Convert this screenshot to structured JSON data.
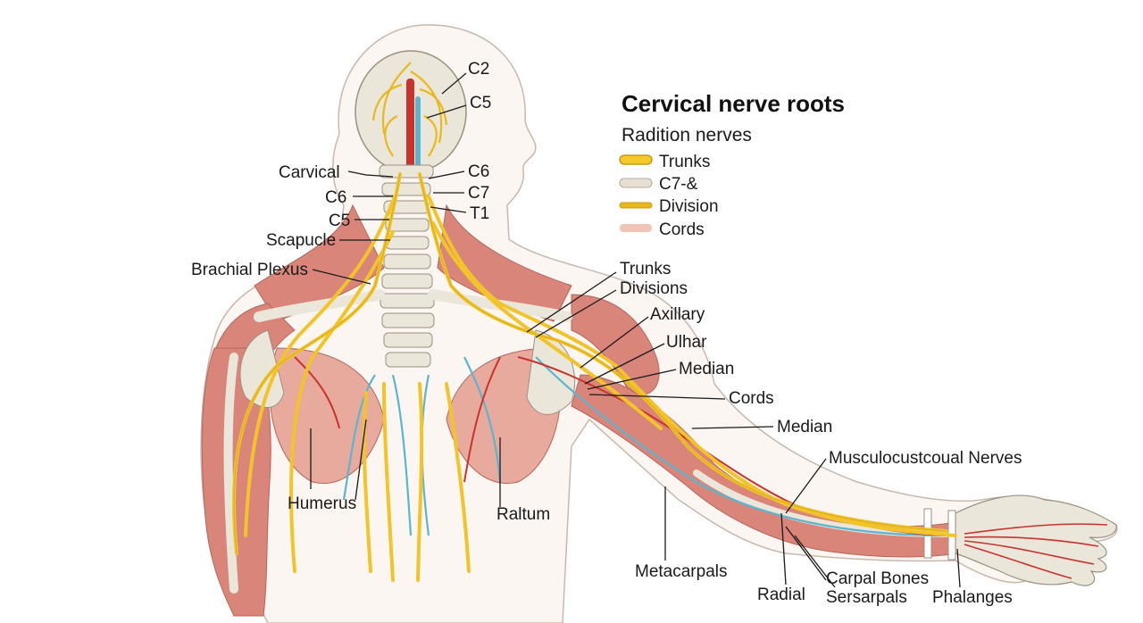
{
  "legend": {
    "title": "Cervical nerve roots",
    "subtitle": "Radition nerves",
    "items": [
      {
        "label": "Trunks",
        "color": "#f4c92b"
      },
      {
        "label": "C7-&",
        "color": "#e6e0d4"
      },
      {
        "label": "Division",
        "color": "#e8b91f"
      },
      {
        "label": "Cords",
        "color": "#f2c4b8"
      }
    ]
  },
  "labels": {
    "c2": "C2",
    "c5_top": "C5",
    "carvical": "Carvical",
    "c6_left": "C6",
    "c5_left": "C5",
    "scapucle": "Scapucle",
    "c6_right": "C6",
    "c7": "C7",
    "t1": "T1",
    "brachial_plexus": "Brachial Plexus",
    "trunks": "Trunks",
    "divisions": "Divisions",
    "axillary": "Axillary",
    "ulhar": "Ulhar",
    "median_upper": "Median",
    "cords": "Cords",
    "median_lower": "Median",
    "musculo": "Musculocustcoual Nerves",
    "humerus": "Humerus",
    "raltum": "Raltum",
    "metacarpals": "Metacarpals",
    "radial": "Radial",
    "carpal_bones": "Carpal Bones",
    "sersarpals": "Sersarpals",
    "phalanges": "Phalanges"
  },
  "colors": {
    "nerve": "#f2c42a",
    "nerve_dark": "#c99b12",
    "muscle": "#d9857a",
    "muscle_light": "#e9aa9e",
    "bone": "#ebe6da",
    "vein": "#5bb5cf",
    "artery": "#c9332c",
    "skin": "#fbf6f2",
    "outline": "#c9b8ad"
  }
}
